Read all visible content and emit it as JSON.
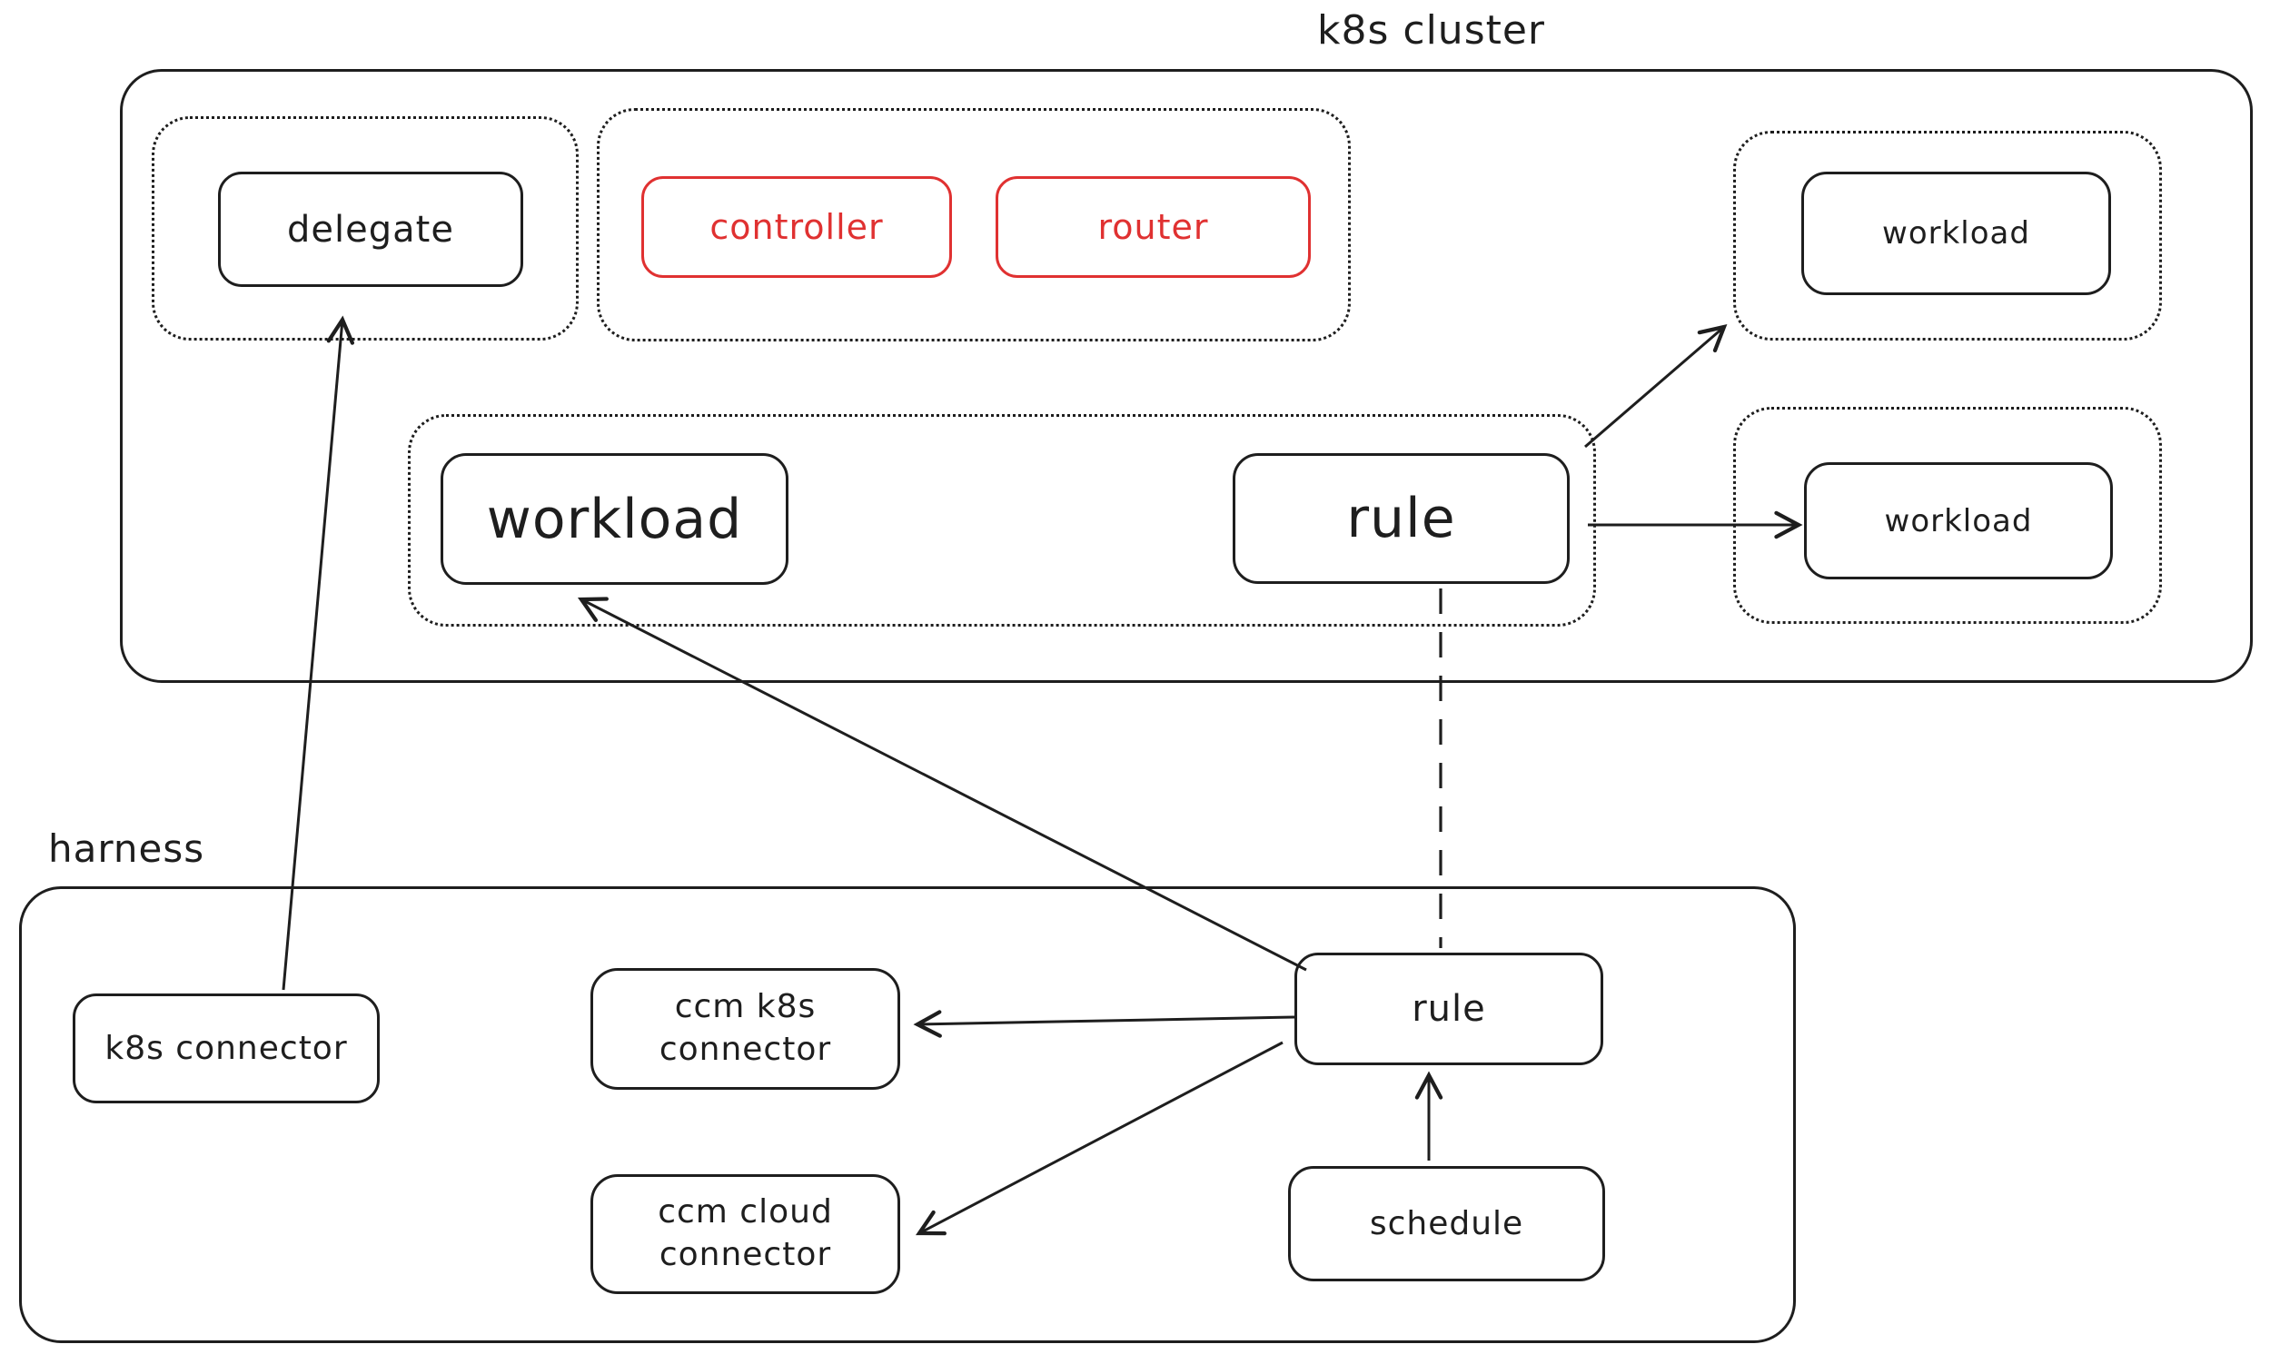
{
  "colors": {
    "stroke": "#1e1e1e",
    "accent_red": "#e03131",
    "background": "#ffffff"
  },
  "k8s_cluster": {
    "title": "k8s cluster",
    "delegate": {
      "label": "delegate"
    },
    "controller": {
      "label": "controller",
      "color": "#e03131"
    },
    "router": {
      "label": "router",
      "color": "#e03131"
    },
    "workload_top": {
      "label": "workload"
    },
    "workload_right": {
      "label": "workload"
    },
    "workload_main": {
      "label": "workload"
    },
    "rule": {
      "label": "rule"
    }
  },
  "harness": {
    "title": "harness",
    "k8s_connector": {
      "label": "k8s connector"
    },
    "ccm_k8s_connector": {
      "label": "ccm k8s connector"
    },
    "ccm_cloud_connector": {
      "label": "ccm cloud connector"
    },
    "rule": {
      "label": "rule"
    },
    "schedule": {
      "label": "schedule"
    }
  },
  "edges": [
    {
      "from": "harness.k8s_connector",
      "to": "k8s_cluster.delegate",
      "style": "solid-arrow"
    },
    {
      "from": "harness.rule",
      "to": "k8s_cluster.workload_main",
      "style": "solid-arrow"
    },
    {
      "from": "harness.rule",
      "to": "harness.ccm_k8s_connector",
      "style": "solid-arrow"
    },
    {
      "from": "harness.rule",
      "to": "harness.ccm_cloud_connector",
      "style": "solid-arrow"
    },
    {
      "from": "harness.schedule",
      "to": "harness.rule",
      "style": "solid-arrow"
    },
    {
      "from": "k8s_cluster.rule",
      "to": "k8s_cluster.workload_top",
      "style": "solid-arrow"
    },
    {
      "from": "k8s_cluster.rule",
      "to": "k8s_cluster.workload_right",
      "style": "solid-arrow"
    },
    {
      "from": "k8s_cluster.rule",
      "to": "harness.rule",
      "style": "dashed-line"
    }
  ]
}
